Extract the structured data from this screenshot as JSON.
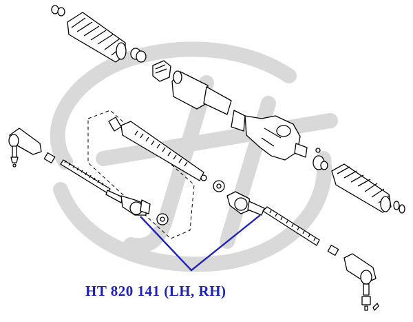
{
  "part_label": "HT 820 141 (LH, RH)",
  "colors": {
    "label": "#1f22b8",
    "leader_line": "#1f22b8",
    "outline": "#000000",
    "watermark": "#d8d8d8",
    "background": "#ffffff"
  },
  "icons": [
    "watermark-logo",
    "steering-rack-exploded-diagram"
  ]
}
